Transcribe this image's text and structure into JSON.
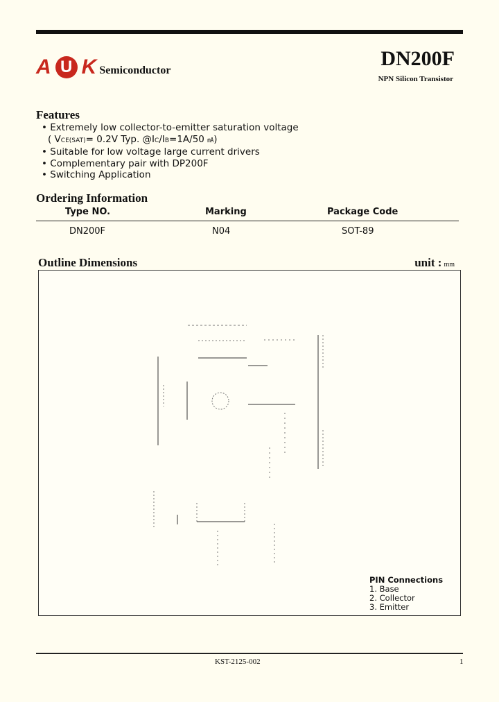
{
  "header": {
    "logo_a": "A",
    "logo_u": "U",
    "logo_k": "K",
    "company": "Semiconductor",
    "part_number": "DN200F",
    "subtitle": "NPN Silicon Transistor"
  },
  "features": {
    "title": "Features",
    "items": [
      "Extremely low collector-to-emitter saturation voltage",
      "Suitable for low voltage large current drivers",
      "Complementary pair with DP200F",
      "Switching Application"
    ],
    "spec": {
      "open": "( V",
      "vce_sub": "CE(SAT)",
      "mid": "= 0.2V Typ. @I",
      "ic_sub": "C",
      "slash": "/I",
      "ib_sub": "B",
      "tail": "=1A/50",
      "unit": "㎃",
      "close": ")"
    }
  },
  "ordering": {
    "title": "Ordering Information",
    "headers": [
      "Type NO.",
      "Marking",
      "Package Code"
    ],
    "row": [
      "DN200F",
      "N04",
      "SOT-89"
    ]
  },
  "outline": {
    "title": "Outline Dimensions",
    "unit_label": "unit :",
    "unit_value": "mm"
  },
  "pins": {
    "title": "PIN Connections",
    "items": [
      "1. Base",
      "2. Collector",
      "3. Emitter"
    ]
  },
  "footer": {
    "doc_code": "KST-2125-002",
    "page": "1"
  }
}
